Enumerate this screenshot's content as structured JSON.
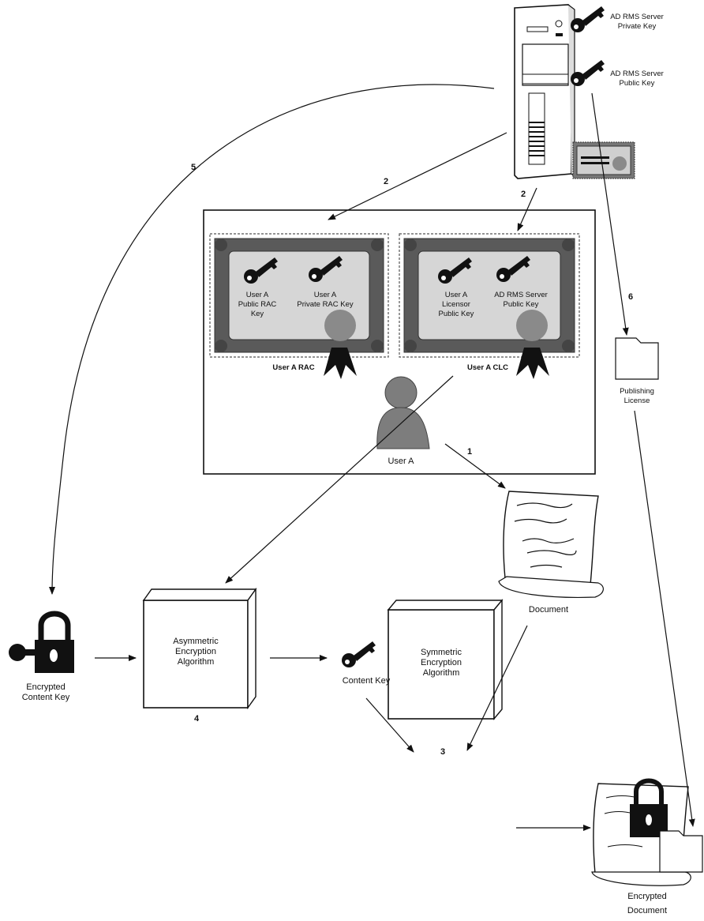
{
  "server": {
    "private_key_label": "AD RMS Server\nPrivate Key",
    "public_key_label": "AD RMS Server\nPublic Key"
  },
  "certificates": {
    "rac": {
      "public_key_label": "User A\nPublic RAC Key",
      "private_key_label": "User A\nPrivate RAC Key",
      "caption": "User A RAC"
    },
    "clc": {
      "licensor_key_label": "User A\nLicensor\nPublic Key",
      "server_key_label": "AD RMS Server\nPublic Key",
      "caption": "User A CLC"
    }
  },
  "user_label": "User A",
  "publishing_license_label": "Publishing\nLicense",
  "document_label": "Document",
  "encrypted_content_key_label": "Encrypted\nContent Key",
  "asymmetric_algorithm_label": "Asymmetric\nEncryption\nAlgorithm",
  "content_key_label": "Content Key",
  "symmetric_algorithm_label": "Symmetric\nEncryption\nAlgorithm",
  "encrypted_document_label": "Encrypted\nDocument",
  "steps": {
    "s1": "1",
    "s2a": "2",
    "s2b": "2",
    "s3": "3",
    "s4": "4",
    "s5": "5",
    "s6": "6"
  },
  "colors": {
    "ink": "#111111",
    "seal": "#8a8a8a",
    "user": "#7d7d7d",
    "frame": "#4a4a4a"
  },
  "icons": [
    "server-icon",
    "key-icon",
    "certificate-icon",
    "user-icon",
    "document-scroll-icon",
    "padlock-icon",
    "folder-icon",
    "box-icon"
  ]
}
